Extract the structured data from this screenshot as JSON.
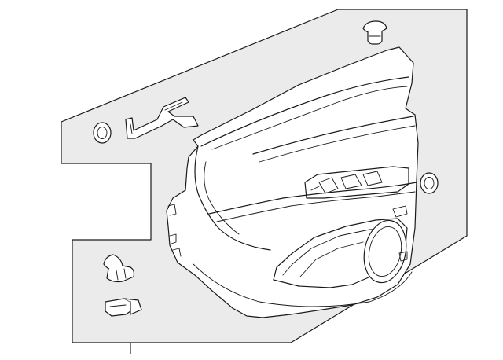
{
  "diagram": {
    "background_color": "#ffffff",
    "panel_color": "#ebebeb",
    "line_color": "#1a1a1a",
    "parts": [
      {
        "id": "door-trim-panel",
        "icon": "door-trim-panel-icon"
      },
      {
        "id": "push-pin-clip-top",
        "icon": "push-pin-clip-icon"
      },
      {
        "id": "grommet-left",
        "icon": "grommet-ring-icon"
      },
      {
        "id": "grommet-right",
        "icon": "grommet-ring-icon"
      },
      {
        "id": "mounting-bracket",
        "icon": "bracket-icon"
      },
      {
        "id": "push-pin-clip-lower",
        "icon": "push-pin-clip-icon"
      },
      {
        "id": "retainer-clip",
        "icon": "retainer-clip-icon"
      }
    ]
  }
}
